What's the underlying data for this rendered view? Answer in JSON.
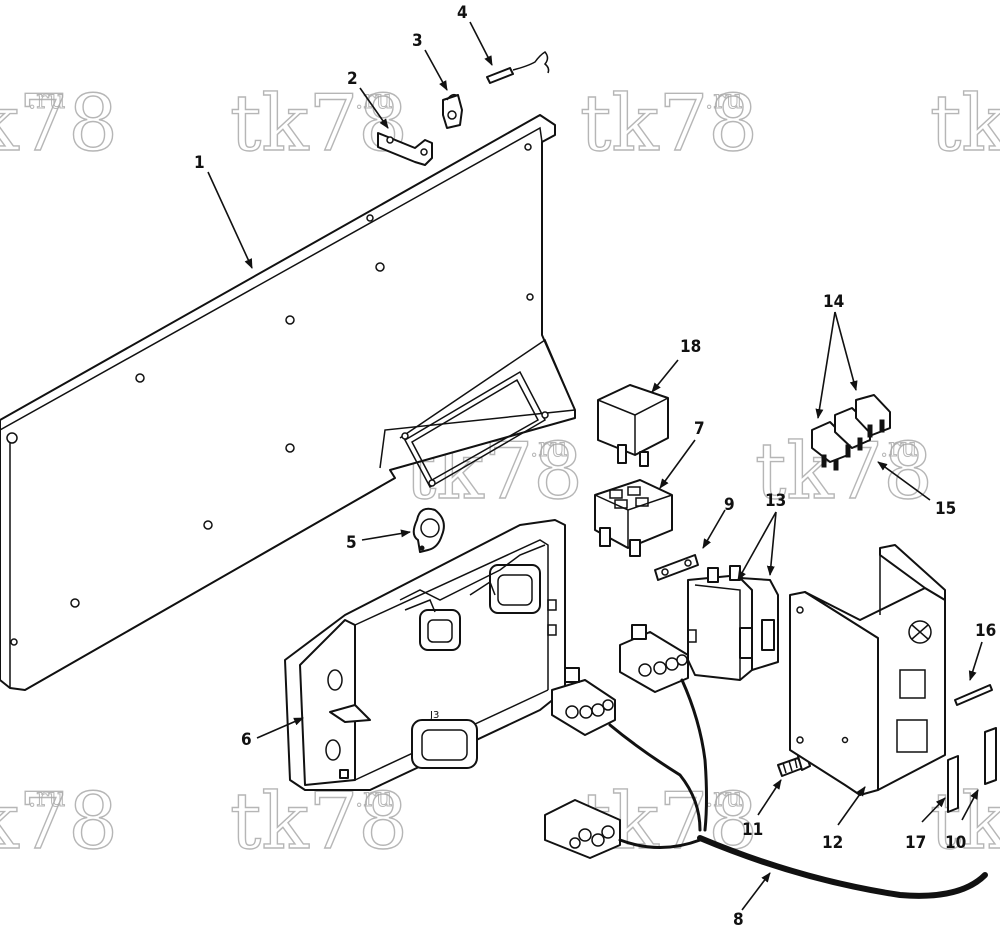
{
  "watermark": {
    "main": "tk78",
    "suffix": ".ru"
  },
  "callouts": [
    "1",
    "2",
    "3",
    "4",
    "5",
    "6",
    "7",
    "8",
    "9",
    "10",
    "11",
    "12",
    "13",
    "14",
    "15",
    "16",
    "17",
    "18"
  ],
  "module_label": "J3",
  "colors": {
    "line": "#111111",
    "watermark": "#aaaaaa",
    "background": "#ffffff"
  }
}
